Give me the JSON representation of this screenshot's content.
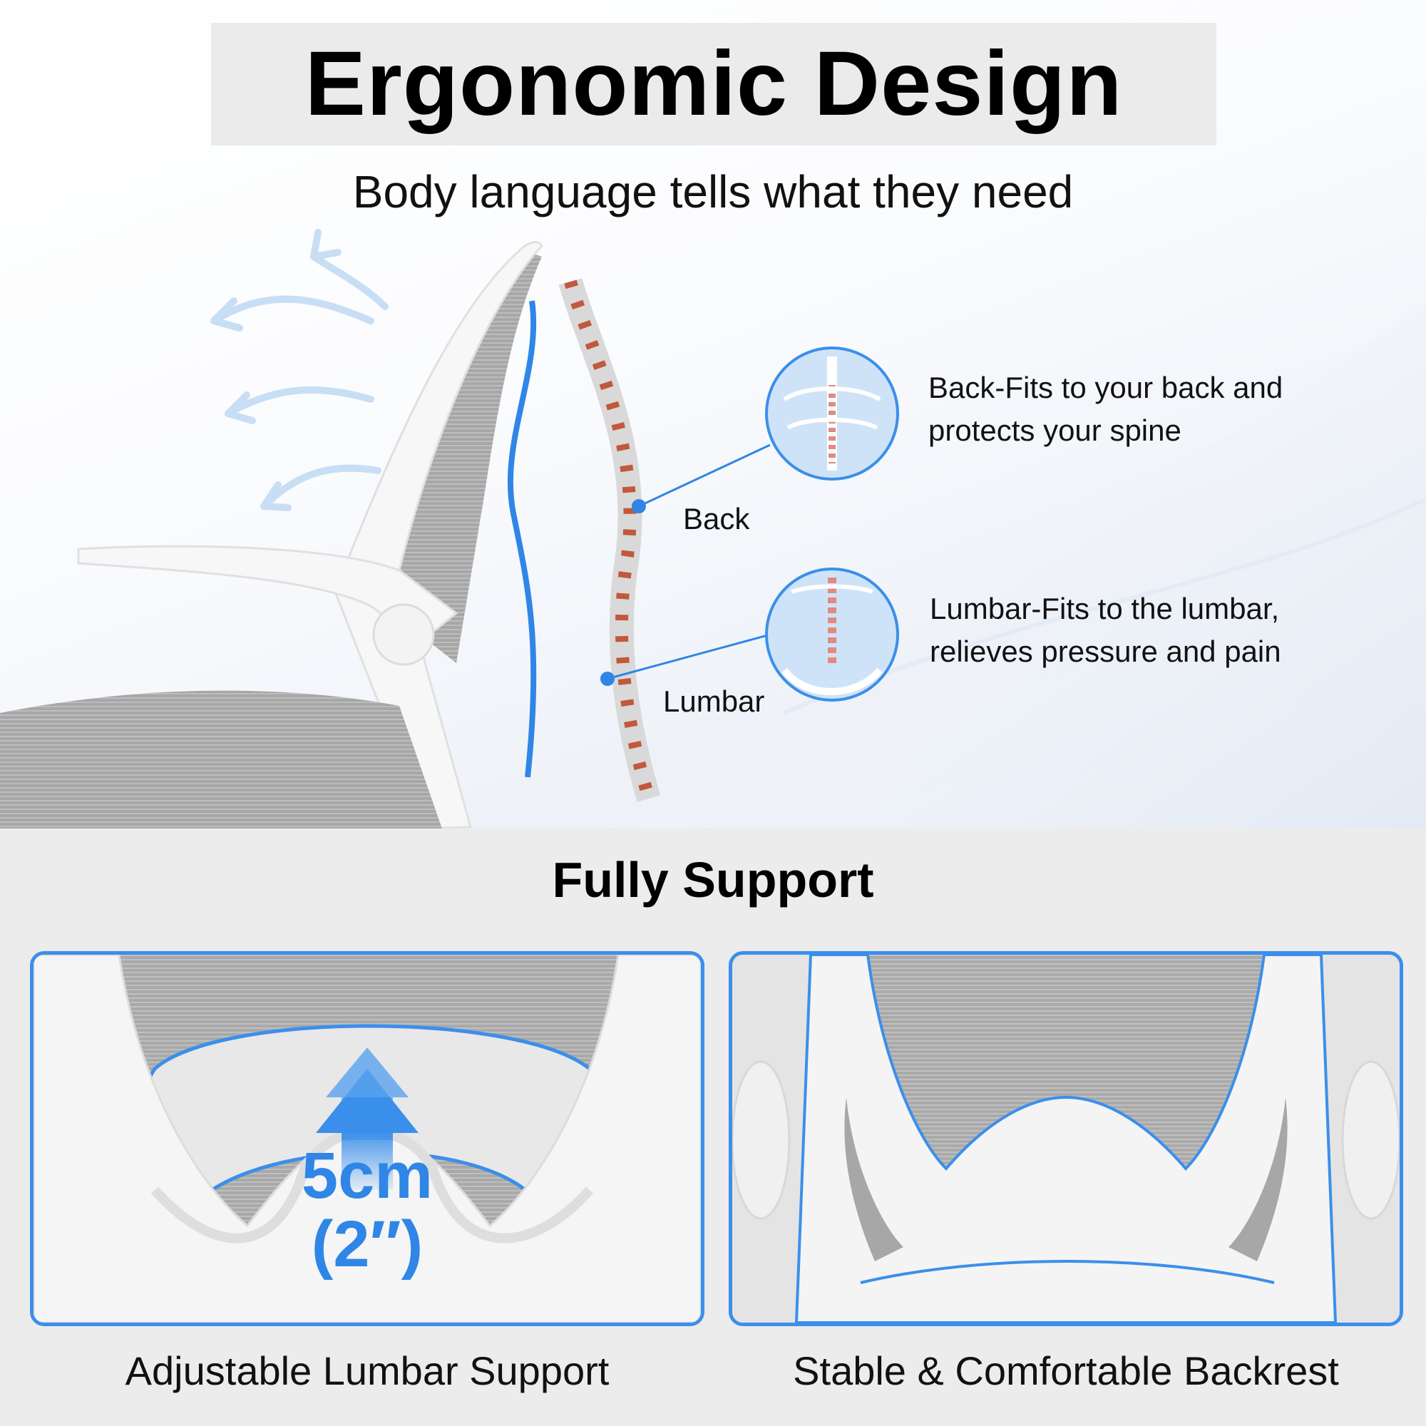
{
  "header": {
    "title": "Ergonomic Design",
    "subtitle": "Body language tells what they need"
  },
  "spine": {
    "labels": {
      "back": "Back",
      "lumbar": "Lumbar"
    }
  },
  "callouts": [
    {
      "lines": [
        "Back-Fits to your back and",
        "protects your spine"
      ],
      "icon": "upper-back-skeleton-icon"
    },
    {
      "lines": [
        "Lumbar-Fits to the lumbar,",
        "relieves pressure and pain"
      ],
      "icon": "lower-back-skeleton-icon"
    }
  ],
  "support": {
    "title": "Fully Support",
    "panels": [
      {
        "caption": "Adjustable Lumbar Support",
        "measure": {
          "value": "5cm",
          "imperial": "(2″)"
        }
      },
      {
        "caption": "Stable & Comfortable Backrest"
      }
    ]
  },
  "colors": {
    "accent_blue": "#3b8fea",
    "title_band": "#ebebeb",
    "bottom_bg": "#ececec",
    "mesh_gray": "#a9a9a9",
    "frame_white": "#f7f7f7",
    "vertebra_red": "#c2583c"
  }
}
